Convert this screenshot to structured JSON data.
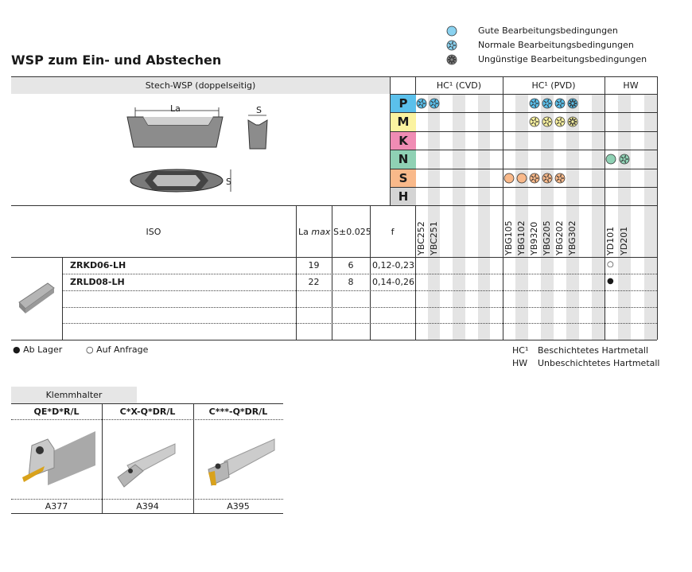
{
  "legend": [
    {
      "type": "good",
      "label": "Gute Bearbeitungsbedingungen"
    },
    {
      "type": "normal",
      "label": "Normale Bearbeitungsbedingungen"
    },
    {
      "type": "bad",
      "label": "Ungünstige Bearbeitungsbedingungen"
    }
  ],
  "title": "WSP zum Ein- und Abstechen",
  "insert_header": "Stech-WSP (doppelseitig)",
  "dim_labels": {
    "la": "La",
    "s1": "S",
    "s2": "S"
  },
  "groups": [
    {
      "label": "HC¹ (CVD)",
      "grades": [
        "YBC252",
        "YBC251"
      ]
    },
    {
      "label": "HC¹ (PVD)",
      "grades": [
        "YBG105",
        "YBG102",
        "YB9320",
        "YBG205",
        "YBG202",
        "YBG302"
      ]
    },
    {
      "label": "HW",
      "grades": [
        "YD101",
        "YD201"
      ]
    }
  ],
  "materials": [
    {
      "letter": "P",
      "color": "#5bc0eb",
      "marks": [
        {
          "g": 0,
          "c": 0,
          "t": "normal"
        },
        {
          "g": 0,
          "c": 1,
          "t": "normal"
        },
        {
          "g": 1,
          "c": 2,
          "t": "normal"
        },
        {
          "g": 1,
          "c": 3,
          "t": "normal"
        },
        {
          "g": 1,
          "c": 4,
          "t": "normal"
        },
        {
          "g": 1,
          "c": 5,
          "t": "bad"
        }
      ]
    },
    {
      "letter": "M",
      "color": "#fbf3a0",
      "marks": [
        {
          "g": 1,
          "c": 2,
          "t": "normal"
        },
        {
          "g": 1,
          "c": 3,
          "t": "normal"
        },
        {
          "g": 1,
          "c": 4,
          "t": "normal"
        },
        {
          "g": 1,
          "c": 5,
          "t": "bad"
        }
      ]
    },
    {
      "letter": "K",
      "color": "#f08cb4",
      "marks": []
    },
    {
      "letter": "N",
      "color": "#8fd1b4",
      "marks": [
        {
          "g": 2,
          "c": 0,
          "t": "good"
        },
        {
          "g": 2,
          "c": 1,
          "t": "normal"
        }
      ]
    },
    {
      "letter": "S",
      "color": "#f9b98a",
      "marks": [
        {
          "g": 1,
          "c": 0,
          "t": "good"
        },
        {
          "g": 1,
          "c": 1,
          "t": "good"
        },
        {
          "g": 1,
          "c": 2,
          "t": "normal"
        },
        {
          "g": 1,
          "c": 3,
          "t": "normal"
        },
        {
          "g": 1,
          "c": 4,
          "t": "normal"
        }
      ]
    },
    {
      "letter": "H",
      "color": "#d4d4d4",
      "marks": []
    }
  ],
  "columns": {
    "iso": "ISO",
    "la_max": "La",
    "la_max_italic": "max",
    "s": "S±0.025",
    "f": "f"
  },
  "rows": [
    {
      "iso": "ZRKD06-LH",
      "la": "19",
      "s": "6",
      "f": "0,12-0,23",
      "avail": [
        {
          "g": 2,
          "c": 0,
          "v": "○"
        }
      ]
    },
    {
      "iso": "ZRLD08-LH",
      "la": "22",
      "s": "8",
      "f": "0,14-0,26",
      "avail": [
        {
          "g": 2,
          "c": 0,
          "v": "●"
        }
      ]
    },
    {
      "iso": "",
      "la": "",
      "s": "",
      "f": "",
      "avail": []
    },
    {
      "iso": "",
      "la": "",
      "s": "",
      "f": "",
      "avail": []
    },
    {
      "iso": "",
      "la": "",
      "s": "",
      "f": "",
      "avail": []
    }
  ],
  "footer": {
    "stock": "● Ab Lager",
    "request": "○ Auf Anfrage",
    "hc_abbr": "HC¹",
    "hc_text": "Beschichtetes Hartmetall",
    "hw_abbr": "HW",
    "hw_text": "Unbeschichtetes Hartmetall"
  },
  "holders": {
    "tab": "Klemmhalter",
    "items": [
      {
        "name": "QE*D*R/L",
        "page": "A377"
      },
      {
        "name": "C*X-Q*DR/L",
        "page": "A394"
      },
      {
        "name": "C***-Q*DR/L",
        "page": "A395"
      }
    ]
  }
}
